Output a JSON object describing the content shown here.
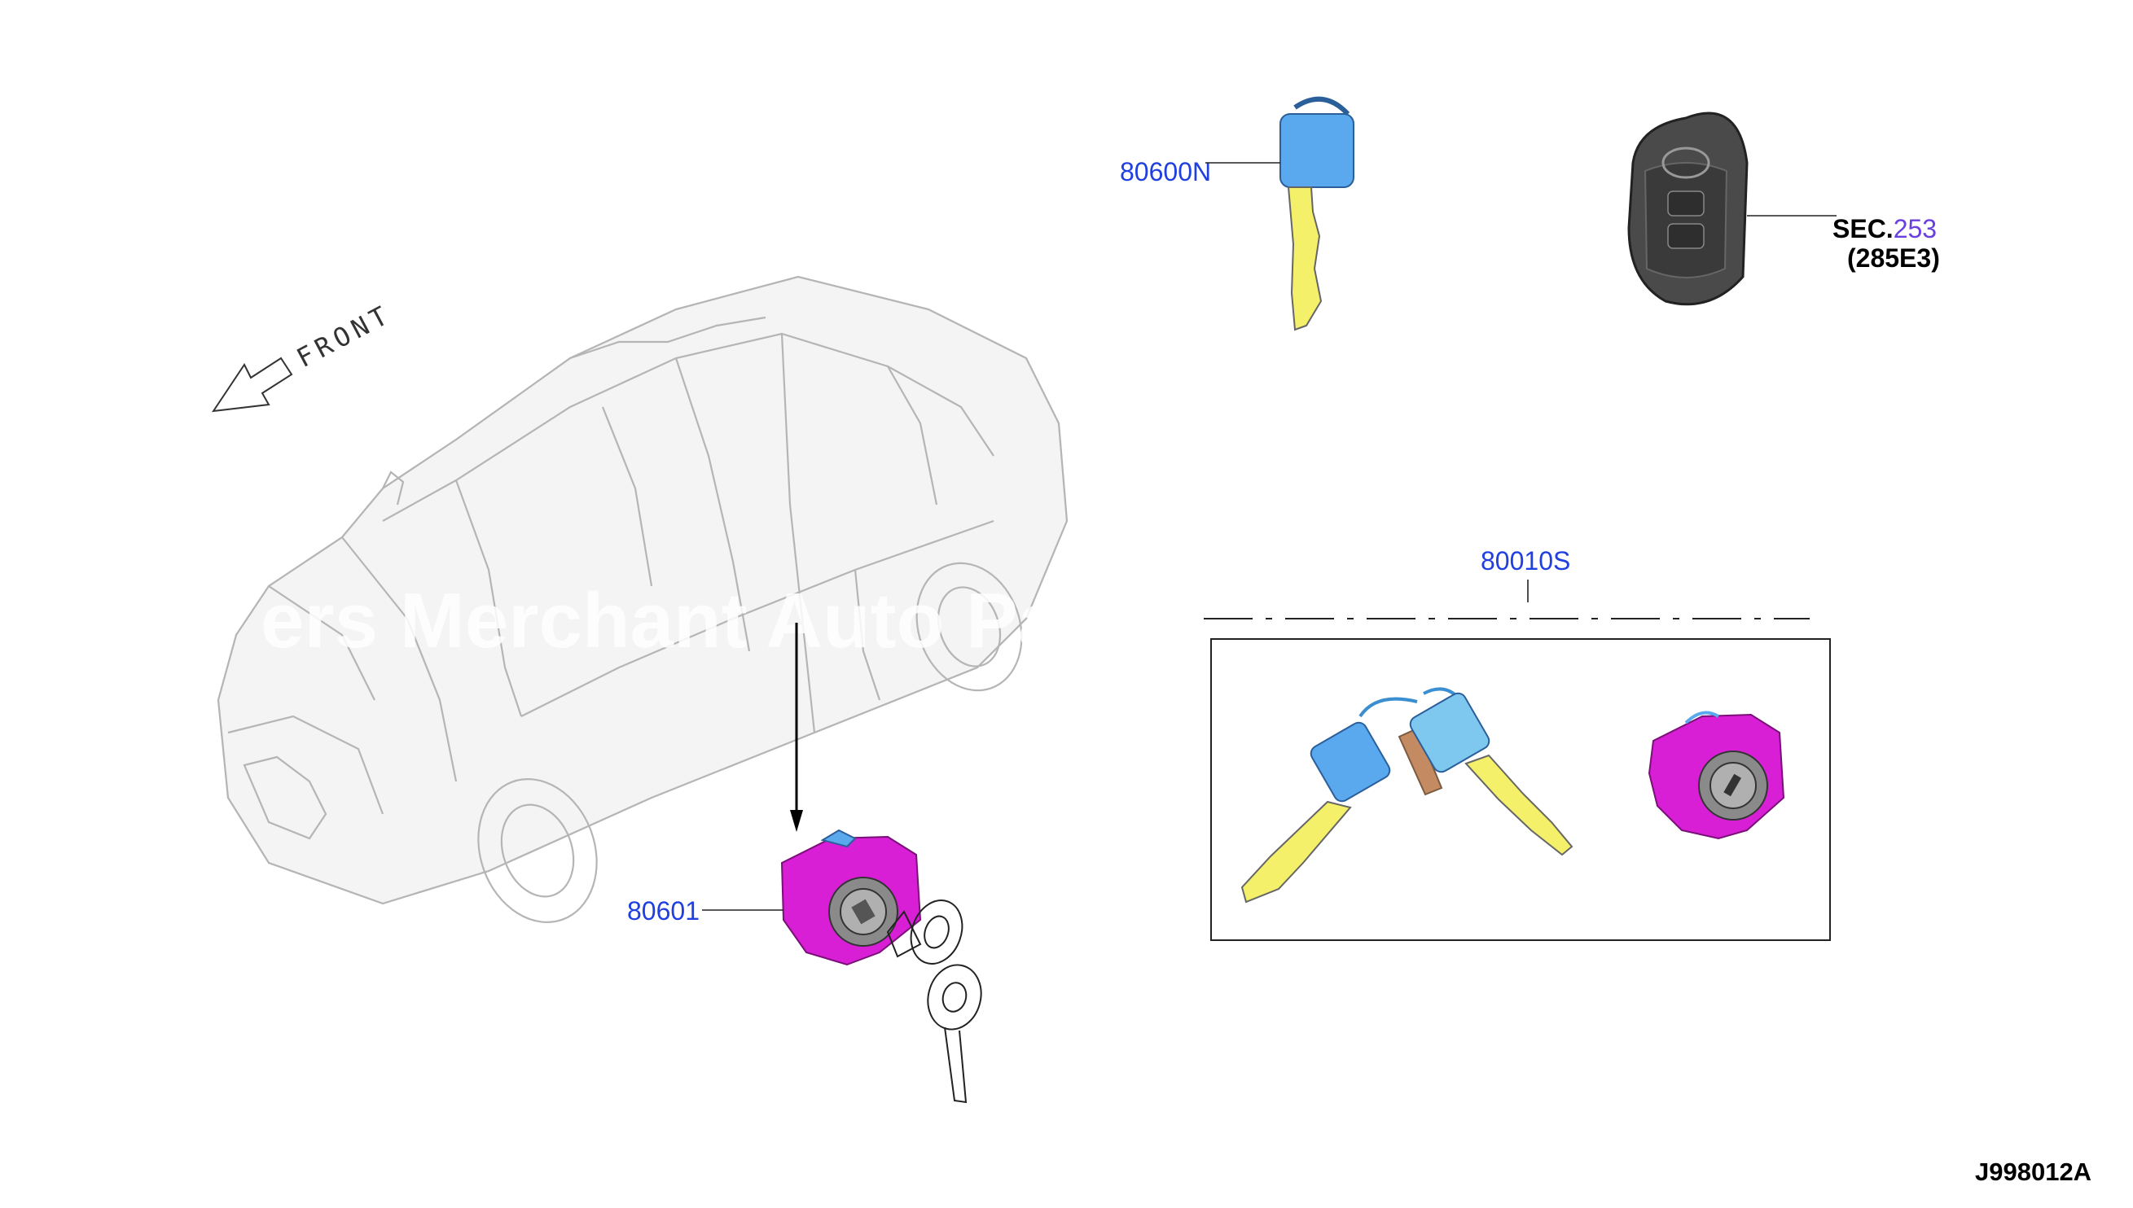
{
  "diagram": {
    "orientation_label": "FRONT",
    "watermark": "ers Merchant Auto Pa",
    "diagram_id": "J998012A"
  },
  "parts": {
    "key_blank": {
      "part_no": "80600N",
      "color_head": "#5aa9ee",
      "color_blade": "#f4f06a"
    },
    "cylinder": {
      "part_no": "80601",
      "color": "#d81fd6"
    },
    "key_set": {
      "part_no": "80010S"
    },
    "intelligent_key": {
      "sec_prefix": "SEC.",
      "sec_number": "253",
      "sub_ref": "(285E3)",
      "color": "#4a4a4a"
    }
  },
  "colors": {
    "label_blue": "#1f3fe0",
    "sec_purple": "#6a3fe0"
  }
}
